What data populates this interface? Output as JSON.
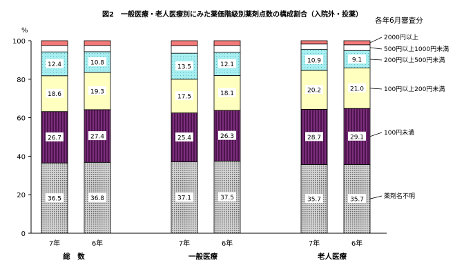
{
  "chart_data": {
    "type": "bar",
    "stacked": true,
    "percent": true,
    "title": "図2　一般医療・老人医療別にみた薬価階級別薬剤点数の構成割合（入院外・投薬）",
    "note": "各年6月審査分",
    "y_unit": "%",
    "ylim": [
      0,
      100
    ],
    "yticks": [
      "0",
      "20",
      "40",
      "60",
      "80",
      "100"
    ],
    "groups": [
      {
        "name": "総　数",
        "categories": [
          "7年",
          "6年"
        ]
      },
      {
        "name": "一般医療",
        "categories": [
          "7年",
          "6年"
        ]
      },
      {
        "name": "老人医療",
        "categories": [
          "7年",
          "6年"
        ]
      }
    ],
    "series": [
      {
        "name": "薬剤名不明",
        "color": "#b8b8b8",
        "pattern": "dots",
        "values": [
          36.5,
          36.8,
          37.1,
          37.5,
          35.7,
          35.7
        ],
        "labels": [
          "36.5",
          "36.8",
          "37.1",
          "37.5",
          "35.7",
          "35.7"
        ]
      },
      {
        "name": "100円未満",
        "color": "#6b2a6b",
        "pattern": "stripes",
        "values": [
          26.7,
          27.4,
          25.4,
          26.3,
          28.7,
          29.1
        ],
        "labels": [
          "26.7",
          "27.4",
          "25.4",
          "26.3",
          "28.7",
          "29.1"
        ]
      },
      {
        "name": "100円以上200円未満",
        "color": "#ffffc0",
        "pattern": "solid",
        "values": [
          18.6,
          19.3,
          17.5,
          18.1,
          20.2,
          21.0
        ],
        "labels": [
          "18.6",
          "19.3",
          "17.5",
          "18.1",
          "20.2",
          "21.0"
        ]
      },
      {
        "name": "200円以上500円未満",
        "color": "#a6eef0",
        "pattern": "dotsLight",
        "values": [
          12.4,
          10.8,
          13.5,
          12.1,
          10.9,
          9.1
        ],
        "labels": [
          "12.4",
          "10.8",
          "13.5",
          "12.1",
          "10.9",
          "9.1"
        ]
      },
      {
        "name": "500円以上1000円未満",
        "color": "#ffffff",
        "pattern": "solid",
        "values": [
          3.3,
          3.2,
          3.9,
          3.5,
          2.8,
          3.0
        ]
      },
      {
        "name": "2000円以上",
        "color": "#f47a7a",
        "pattern": "solid",
        "values": [
          2.5,
          2.5,
          2.6,
          2.5,
          1.7,
          2.1
        ]
      }
    ]
  }
}
